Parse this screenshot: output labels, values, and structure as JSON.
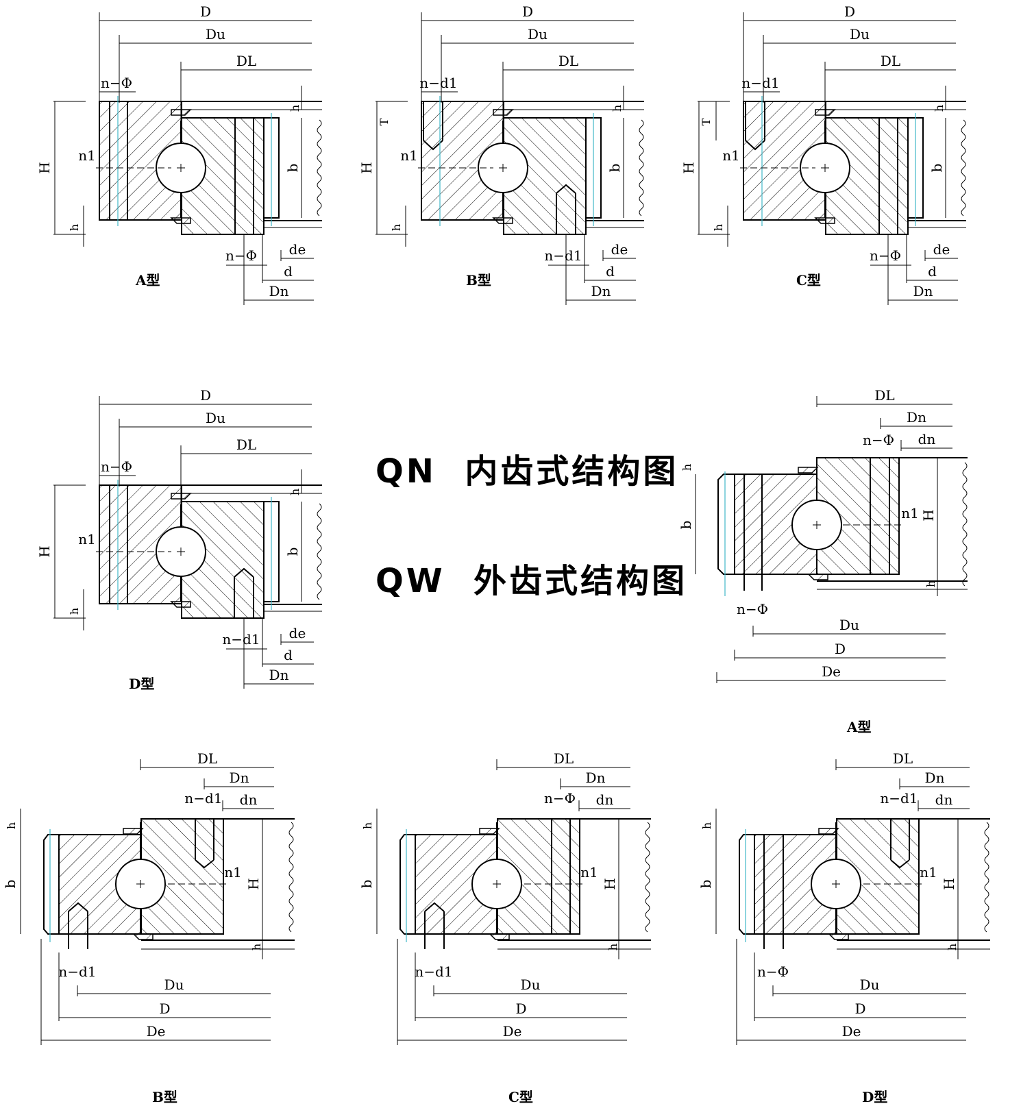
{
  "titles": {
    "qn": "QN  内齿式结构图",
    "qw": "QW  外齿式结构图"
  },
  "dims": {
    "D": "D",
    "Du": "Du",
    "DL": "DL",
    "Dn": "Dn",
    "De": "De",
    "d": "d",
    "de": "de",
    "dn": "dn",
    "H": "H",
    "h": "h",
    "b": "b",
    "T": "T",
    "n1": "n1",
    "n_phi": "n−Φ",
    "n_d1": "n−d1"
  },
  "views": [
    {
      "id": "qn-a",
      "caption": "A型"
    },
    {
      "id": "qn-b",
      "caption": "B型"
    },
    {
      "id": "qn-c",
      "caption": "C型"
    },
    {
      "id": "qn-d",
      "caption": "D型"
    },
    {
      "id": "qw-a",
      "caption": "A型"
    },
    {
      "id": "qw-b",
      "caption": "B型"
    },
    {
      "id": "qw-c",
      "caption": "C型"
    },
    {
      "id": "qw-d",
      "caption": "D型"
    }
  ],
  "colors": {
    "line": "#000000",
    "centerline": "#3fb7c9",
    "hatch": "#000000"
  }
}
